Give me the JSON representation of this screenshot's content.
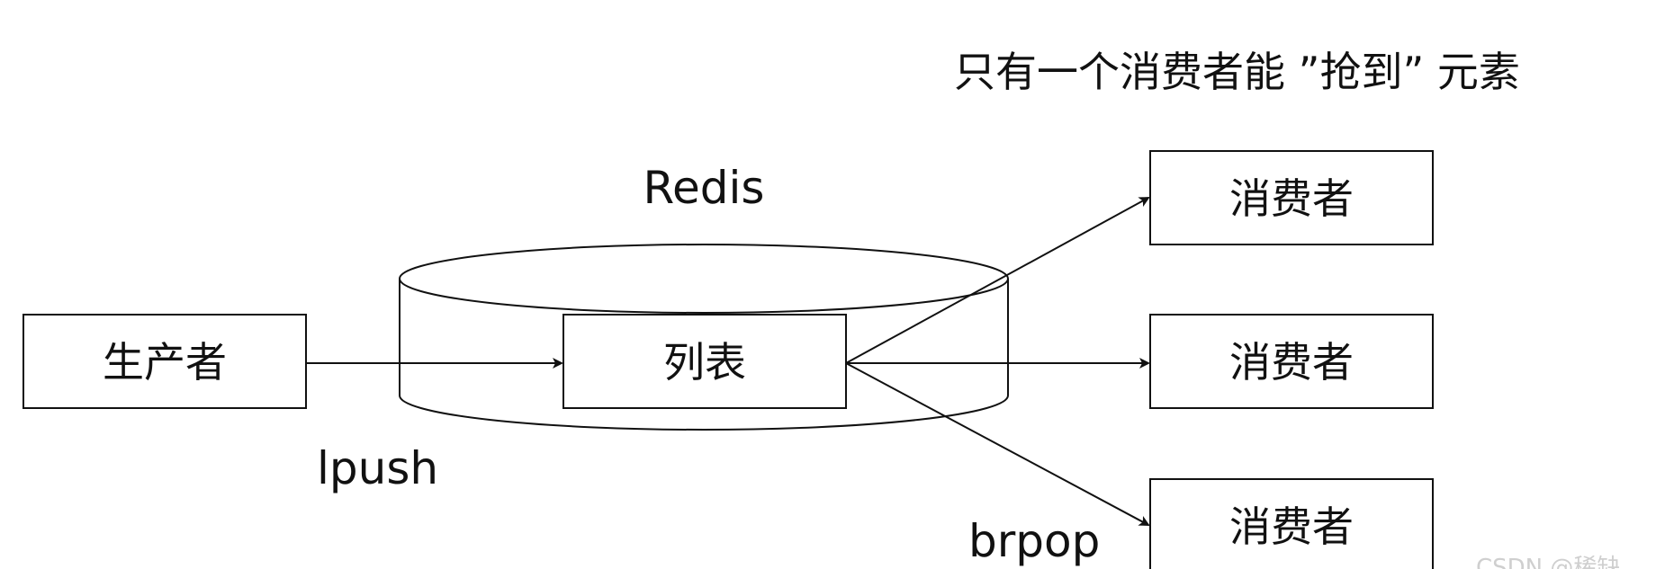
{
  "title": "只有一个消费者能 ”抢到” 元素",
  "redis_label": "Redis",
  "nodes": {
    "producer": "生产者",
    "list": "列表",
    "consumer_1": "消费者",
    "consumer_2": "消费者",
    "consumer_3": "消费者"
  },
  "edges": {
    "push": "lpush",
    "pop": "brpop"
  },
  "watermark": "CSDN @稀缺"
}
